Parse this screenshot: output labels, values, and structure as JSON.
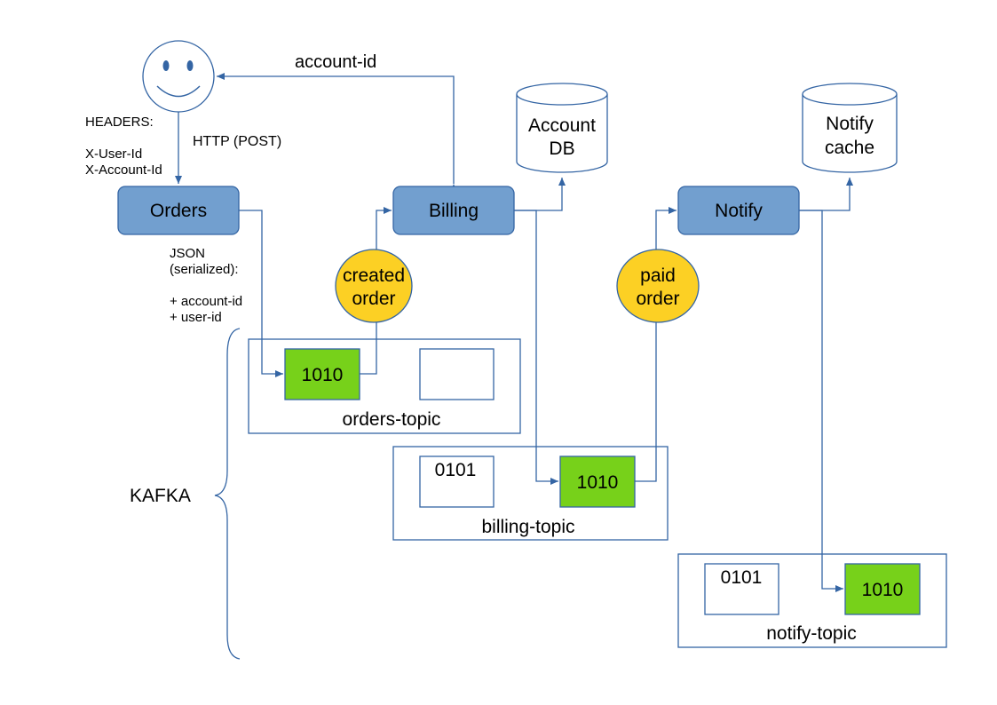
{
  "colors": {
    "line": "#3465a4",
    "service_fill": "#729fcf",
    "message_fill": "#77d11a",
    "event_fill": "#fcd024"
  },
  "client": {
    "icon": "smiley-face-icon",
    "headers_title": "HEADERS:",
    "header_user": "X-User-Id",
    "header_account": "X-Account-Id",
    "http_label": "HTTP (POST)",
    "account_id_label": "account-id"
  },
  "services": {
    "orders": "Orders",
    "billing": "Billing",
    "notify": "Notify"
  },
  "databases": {
    "account_db_line1": "Account",
    "account_db_line2": "DB",
    "notify_cache_line1": "Notify",
    "notify_cache_line2": "cache"
  },
  "events": {
    "created_line1": "created",
    "created_line2": "order",
    "paid_line1": "paid",
    "paid_line2": "order"
  },
  "payload": {
    "line1": "JSON",
    "line2": "(serialized):",
    "line3": "+ account-id",
    "line4": "+ user-id"
  },
  "kafka": {
    "label": "KAFKA",
    "orders_topic": {
      "name": "orders-topic",
      "message": "1010"
    },
    "billing_topic": {
      "name": "billing-topic",
      "old_message": "0101",
      "message": "1010"
    },
    "notify_topic": {
      "name": "notify-topic",
      "old_message": "0101",
      "message": "1010"
    }
  }
}
